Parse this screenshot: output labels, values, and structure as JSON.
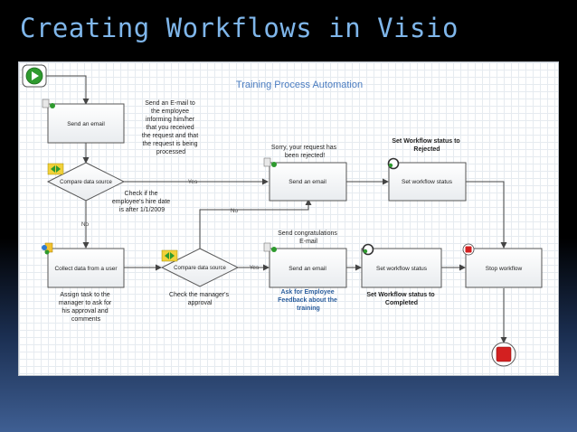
{
  "slide": {
    "title": "Creating Workflows in Visio"
  },
  "diagram": {
    "title": "Training Process Automation",
    "shapes": {
      "send_email_1": "Send an email",
      "compare_1": "Compare data source",
      "send_email_2": "Send an email",
      "set_status_1": "Set workflow status",
      "collect": "Collect data from a user",
      "compare_2": "Compare data source",
      "send_email_3": "Send an email",
      "set_status_2": "Set workflow status",
      "stop": "Stop workflow"
    },
    "connectors": {
      "yes_1": "Yes",
      "no_1": "No",
      "no_2": "No",
      "yes_2": "Yes"
    },
    "annotations": {
      "email_note": [
        "Send an E-mail to",
        "the employee",
        "informing him/her",
        "that you received",
        "the request and that",
        "the request is being",
        "processed"
      ],
      "rejected_note": [
        "Sorry, your request has",
        "been rejected!"
      ],
      "status_rejected": [
        "Set Workflow status to",
        "Rejected"
      ],
      "hire_date": [
        "Check if the",
        "employee's hire date",
        "is after 1/1/2009"
      ],
      "congrats": [
        "Send congratulations",
        "E-mail"
      ],
      "assign_task": [
        "Assign task to the",
        "manager to ask for",
        "his approval and",
        "comments"
      ],
      "manager_approval": [
        "Check the manager's",
        "approval"
      ],
      "feedback": [
        "Ask for Employee",
        "Feedback about the",
        "training"
      ],
      "status_completed": [
        "Set Workflow status to",
        "Completed"
      ]
    }
  },
  "colors": {
    "title": "#7fb6ea",
    "diagram_title": "#4a7cc0",
    "feedback_link": "#2c5f9e",
    "start_green": "#2e9a2e",
    "stop_red": "#d32020"
  }
}
